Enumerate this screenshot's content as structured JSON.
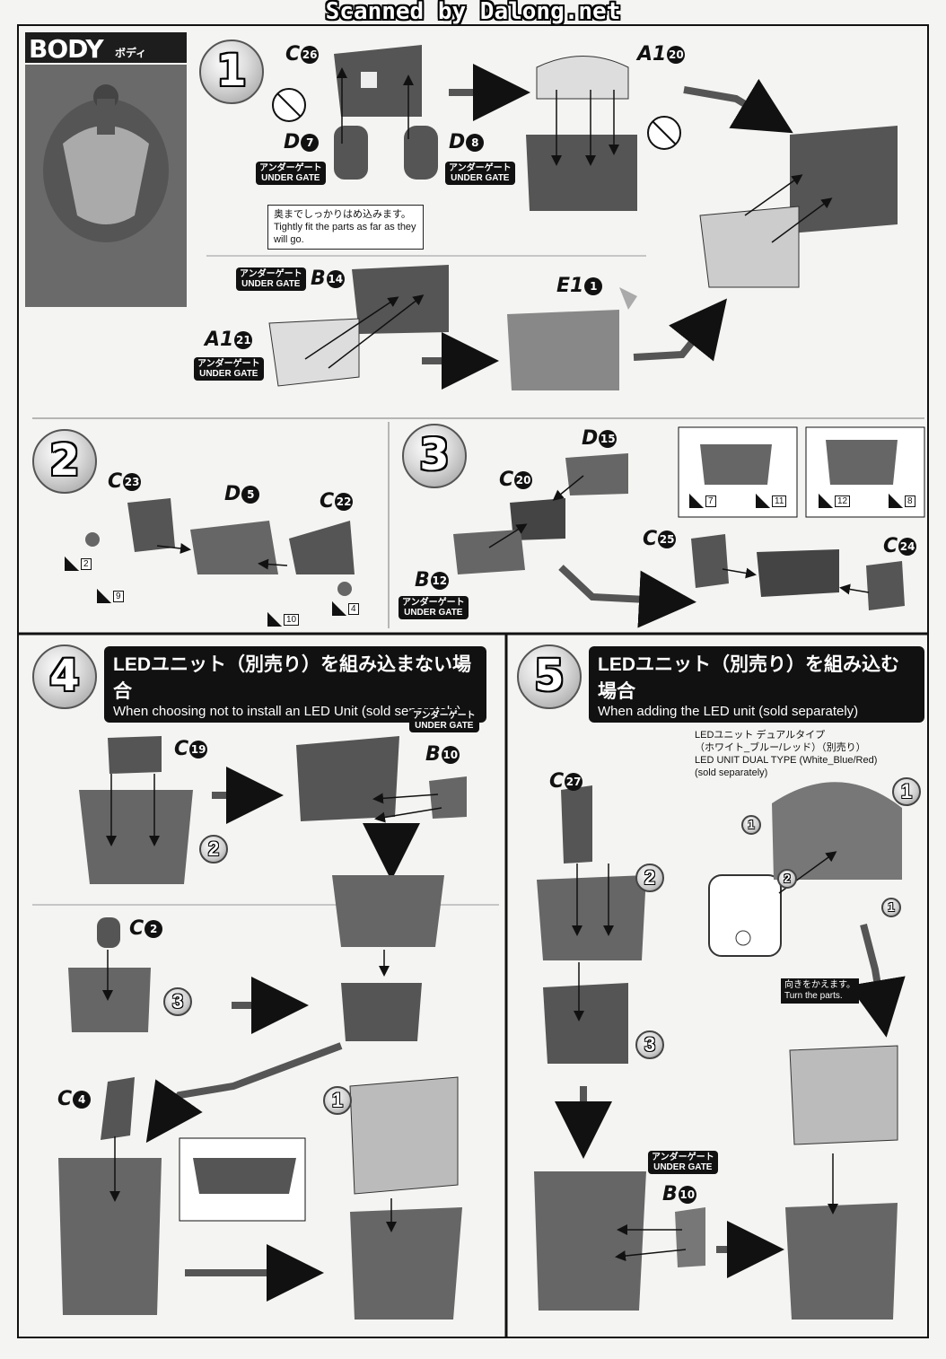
{
  "scan_credit": "Scanned by Dalong.net",
  "section": {
    "title_en": "BODY",
    "title_jp": "ボディ"
  },
  "under_gate": {
    "jp": "アンダーゲート",
    "en": "UNDER GATE"
  },
  "steps": {
    "s1": "1",
    "s2": "2",
    "s3": "3",
    "s4": "4",
    "s5": "5"
  },
  "step1": {
    "parts": [
      {
        "letter": "C",
        "num": "26"
      },
      {
        "letter": "A1",
        "num": "20"
      },
      {
        "letter": "D",
        "num": "7"
      },
      {
        "letter": "D",
        "num": "8"
      },
      {
        "letter": "B",
        "num": "14"
      },
      {
        "letter": "A1",
        "num": "21"
      },
      {
        "letter": "E1",
        "num": "1"
      }
    ],
    "note_jp": "奥までしっかりはめ込みます。",
    "note_en": "Tightly fit the parts as far as they will go."
  },
  "step2": {
    "parts": [
      {
        "letter": "C",
        "num": "23"
      },
      {
        "letter": "D",
        "num": "5"
      },
      {
        "letter": "C",
        "num": "22"
      }
    ],
    "gates": [
      "2",
      "9",
      "10",
      "4"
    ]
  },
  "step3": {
    "parts": [
      {
        "letter": "D",
        "num": "15"
      },
      {
        "letter": "C",
        "num": "20"
      },
      {
        "letter": "B",
        "num": "12"
      },
      {
        "letter": "C",
        "num": "25"
      },
      {
        "letter": "C",
        "num": "24"
      }
    ],
    "gates": [
      "7",
      "11",
      "12",
      "8"
    ]
  },
  "step4": {
    "title_jp": "LEDユニット（別売り）を組み込まない場合",
    "title_en": "When choosing not to install an LED Unit (sold separately)",
    "parts": [
      {
        "letter": "C",
        "num": "19"
      },
      {
        "letter": "B",
        "num": "10"
      },
      {
        "letter": "C",
        "num": "2"
      },
      {
        "letter": "C",
        "num": "4"
      }
    ],
    "sub": [
      "2",
      "3",
      "1"
    ]
  },
  "step5": {
    "title_jp": "LEDユニット（別売り）を組み込む場合",
    "title_en": "When adding the LED unit (sold separately)",
    "led_jp_1": "LEDユニット デュアルタイプ",
    "led_jp_2": "（ホワイト_ブルー/レッド）（別売り）",
    "led_en_1": "LED UNIT DUAL TYPE (White_Blue/Red)",
    "led_en_2": "(sold separately)",
    "turn_jp": "向きをかえます。",
    "turn_en": "Turn the parts.",
    "parts": [
      {
        "letter": "C",
        "num": "27"
      },
      {
        "letter": "B",
        "num": "10"
      }
    ],
    "sub": [
      "1",
      "2",
      "3"
    ],
    "order": [
      "1",
      "2",
      "1"
    ]
  }
}
